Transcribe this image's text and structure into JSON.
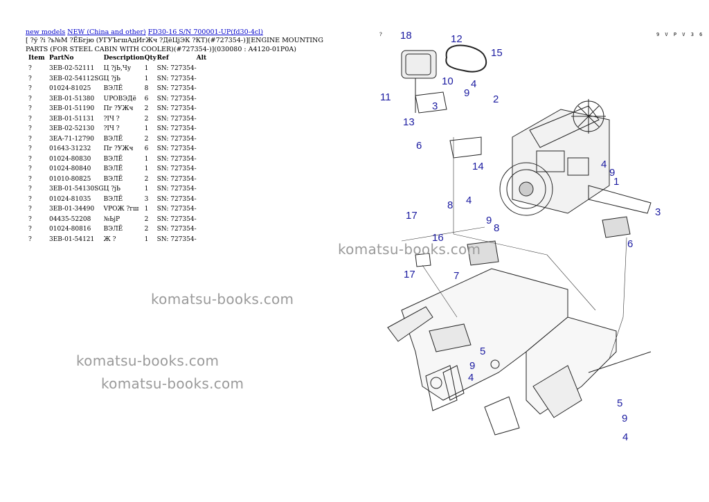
{
  "breadcrumb": {
    "link1": "new models",
    "link2": "NEW (China and other)",
    "link3": "FD30-16 S/N 700001-UP(fd30-4cl)"
  },
  "title": "[ ?ў ?і ?ь№М ?ЁБгјю (УГУЪгшАдИгЖч ?ДёЦјЭК ?КТ)(#727354-)][ENGINE MOUNTING PARTS (FOR STEEL CABIN WITH COOLER)(#727354-)](030080 : A4120-01P0A)",
  "table": {
    "headers": [
      "Item",
      "PartNo",
      "Description",
      "Qty",
      "Ref",
      "Alt"
    ],
    "rows": [
      {
        "item": "?",
        "part": "3EB-02-52111",
        "desc": "Ц ?jЬ,Чу",
        "qty": "1",
        "ref": "SN: 727354-"
      },
      {
        "item": "?",
        "part": "3EB-02-54112SG",
        "desc": "Ц ?jЬ",
        "qty": "1",
        "ref": "SN: 727354-"
      },
      {
        "item": "?",
        "part": "01024-81025",
        "desc": "ВЭЛЁ",
        "qty": "8",
        "ref": "SN: 727354-"
      },
      {
        "item": "?",
        "part": "3EB-01-51380",
        "desc": "UРОВЭДё",
        "qty": "6",
        "ref": "SN: 727354-"
      },
      {
        "item": "?",
        "part": "3EB-01-51190",
        "desc": "Пг ?УЖч",
        "qty": "2",
        "ref": "SN: 727354-"
      },
      {
        "item": "?",
        "part": "3EB-01-51131",
        "desc": "?IЧ ?",
        "qty": "2",
        "ref": "SN: 727354-"
      },
      {
        "item": "?",
        "part": "3EB-02-52130",
        "desc": "?IЧ ?",
        "qty": "1",
        "ref": "SN: 727354-"
      },
      {
        "item": "?",
        "part": "3EA-71-12790",
        "desc": "ВЭЛЁ",
        "qty": "2",
        "ref": "SN: 727354-"
      },
      {
        "item": "?",
        "part": "01643-31232",
        "desc": "Пг ?УЖч",
        "qty": "6",
        "ref": "SN: 727354-"
      },
      {
        "item": "?",
        "part": "01024-80830",
        "desc": "ВЭЛЁ",
        "qty": "1",
        "ref": "SN: 727354-"
      },
      {
        "item": "?",
        "part": "01024-80840",
        "desc": "ВЭЛЁ",
        "qty": "1",
        "ref": "SN: 727354-"
      },
      {
        "item": "?",
        "part": "01010-80825",
        "desc": "ВЭЛЁ",
        "qty": "2",
        "ref": "SN: 727354-"
      },
      {
        "item": "?",
        "part": "3EB-01-54130SG",
        "desc": "Ц ?jЬ",
        "qty": "1",
        "ref": "SN: 727354-"
      },
      {
        "item": "?",
        "part": "01024-81035",
        "desc": "ВЭЛЁ",
        "qty": "3",
        "ref": "SN: 727354-"
      },
      {
        "item": "?",
        "part": "3EB-01-34490",
        "desc": "VРОЖ ?гш",
        "qty": "1",
        "ref": "SN: 727354-"
      },
      {
        "item": "?",
        "part": "04435-52208",
        "desc": "№ЬjР",
        "qty": "2",
        "ref": "SN: 727354-"
      },
      {
        "item": "?",
        "part": "01024-80816",
        "desc": "ВЭЛЁ",
        "qty": "2",
        "ref": "SN: 727354-"
      },
      {
        "item": "?",
        "part": "3EB-01-54121",
        "desc": "Ж ?",
        "qty": "1",
        "ref": "SN: 727354-"
      }
    ]
  },
  "watermark": "komatsu-books.com",
  "page_code": "9 V P V 3 6",
  "corner_mark": "?",
  "diagram_callouts": [
    "18",
    "12",
    "15",
    "10",
    "11",
    "9",
    "4",
    "2",
    "3",
    "13",
    "6",
    "14",
    "4",
    "9",
    "1",
    "3",
    "6",
    "8",
    "4",
    "9",
    "8",
    "17",
    "16",
    "17",
    "7",
    "5",
    "9",
    "4",
    "5",
    "9",
    "4"
  ]
}
